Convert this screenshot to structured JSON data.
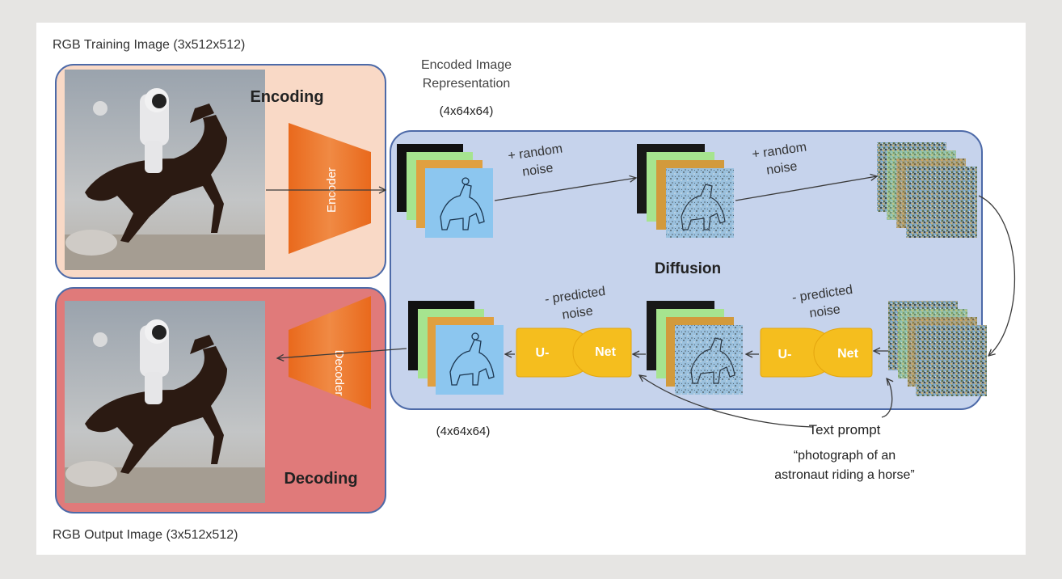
{
  "labels": {
    "training_image": "RGB Training Image (3x512x512)",
    "output_image": "RGB Output Image (3x512x512)",
    "encoding": "Encoding",
    "decoding": "Decoding",
    "encoder": "Encoder",
    "decoder": "Decoder",
    "encoded_line1": "Encoded Image",
    "encoded_line2": "Representation",
    "latent_top": "(4x64x64)",
    "latent_bottom": "(4x64x64)",
    "diffusion": "Diffusion",
    "add_noise_1a": "+ random",
    "add_noise_1b": "noise",
    "add_noise_2a": "+ random",
    "add_noise_2b": "noise",
    "pred_noise_1a": "- predicted",
    "pred_noise_1b": "noise",
    "pred_noise_2a": "- predicted",
    "pred_noise_2b": "noise",
    "unet_1a": "U-",
    "unet_1b": "Net",
    "unet_2a": "U-",
    "unet_2b": "Net",
    "text_prompt": "Text prompt",
    "prompt_line1": "“photograph of an",
    "prompt_line2": "astronaut riding a horse”"
  },
  "colors": {
    "encoding_box": "#f9d9c6",
    "decoding_box": "#e07a7a",
    "diffusion_box": "#c6d3ec",
    "box_border": "#4d6aa8",
    "encoder_shape": "#ec7b2c",
    "unet": "#f5be1e",
    "latent_blue": "#8cc6ef",
    "latent_green": "#a6e48f",
    "latent_orange": "#e0a040",
    "latent_black": "#111111"
  }
}
